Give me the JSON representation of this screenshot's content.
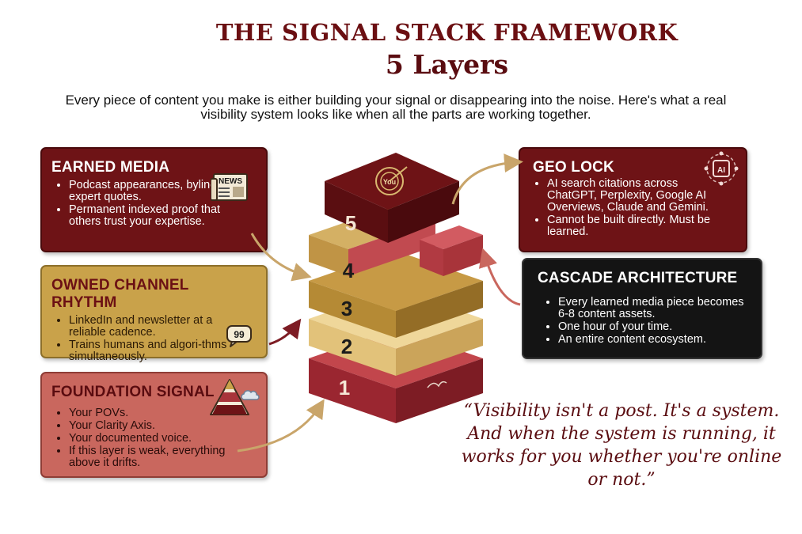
{
  "header": {
    "title": "THE SIGNAL STACK FRAMEWORK",
    "subtitle": "5 Layers",
    "intro": "Every piece of content you make is either building your signal or disappearing into the noise. Here's what a real visibility system looks like when all the parts are working together."
  },
  "cards": {
    "earned": {
      "title": "EARNED MEDIA",
      "bullets": [
        "Podcast appearances, bylines, expert quotes.",
        "Permanent indexed proof that others trust your expertise."
      ],
      "icon_label": "NEWS"
    },
    "owned": {
      "title": "OWNED CHANNEL RHYTHM",
      "bullets": [
        "LinkedIn and newsletter at a reliable cadence.",
        "Trains humans and algori-thms simultaneously."
      ],
      "icon_label": "99"
    },
    "foundation": {
      "title": "FOUNDATION SIGNAL",
      "bullets": [
        "Your POVs.",
        "Your Clarity Axis.",
        "Your documented voice.",
        "If this layer is weak, everything above it drifts."
      ]
    },
    "geo": {
      "title": "GEO LOCK",
      "bullets": [
        "AI search citations across ChatGPT, Perplexity, Google AI Overviews, Claude and Gemini.",
        "Cannot be built directly. Must be learned."
      ],
      "icon_label": "AI"
    },
    "cascade": {
      "title": "CASCADE ARCHITECTURE",
      "bullets": [
        "Every learned media piece becomes 6-8 content assets.",
        "One hour of your time.",
        "An entire content ecosystem."
      ]
    }
  },
  "stack": {
    "layers": [
      "1",
      "2",
      "3",
      "4",
      "5"
    ],
    "top_icon_label": "You",
    "colors": {
      "layer1": "#a52a33",
      "layer2": "#e6c77a",
      "layer3": "#b58a35",
      "layer4": "#c9a24a",
      "layer5": "#6e1316"
    }
  },
  "quote": "“Visibility isn't a post. It's a system. And when the system is running, it works for you whether you're online or not.”",
  "colors": {
    "maroon": "#6e1316",
    "gold": "#c9a24a",
    "rose": "#c9675e",
    "black": "#141414",
    "arrow": "#c9a56a"
  }
}
